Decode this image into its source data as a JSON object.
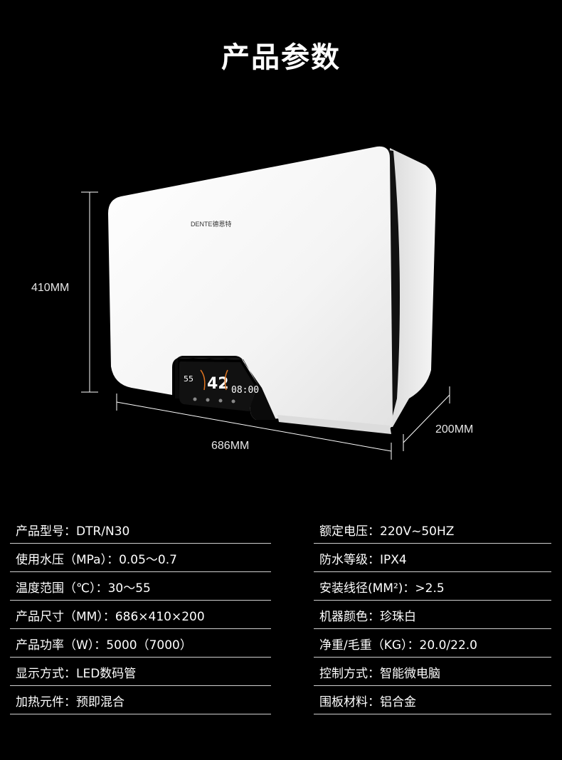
{
  "title": "产品参数",
  "brand": "DENTE德恩特",
  "display": {
    "left_value": "55",
    "center_value": "42",
    "clock": "08:00"
  },
  "dimensions": {
    "height": "410MM",
    "width": "686MM",
    "depth": "200MM"
  },
  "specs_left": [
    "产品型号：DTR/N30",
    "使用水压（MPa）：0.05～0.7",
    "温度范围（℃）：30～55",
    "产品尺寸（MM）：686×410×200",
    "产品功率（W）：5000（7000）",
    "显示方式：LED数码管",
    "加热元件：预即混合"
  ],
  "specs_right": [
    "额定电压：220V~50HZ",
    "防水等级：IPX4",
    "安装线径(MM²)：>2.5",
    "机器颜色：珍珠白",
    "净重/毛重（KG）：20.0/22.0",
    "控制方式：智能微电脑",
    "围板材料：铝合金"
  ]
}
